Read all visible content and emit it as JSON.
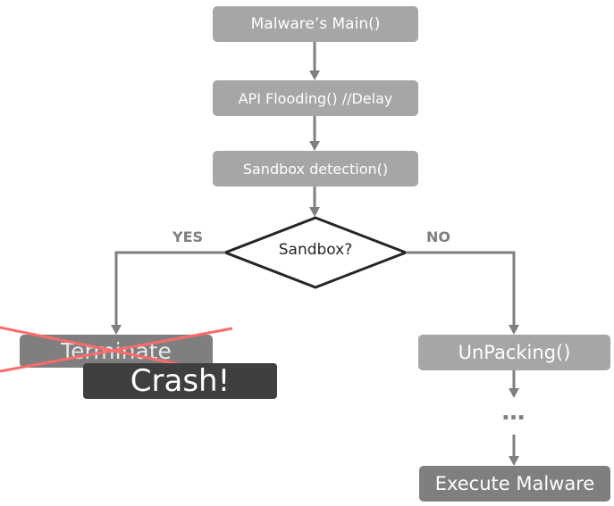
{
  "nodes": {
    "main": "Malware’s Main()",
    "api_flooding": "API Flooding() //Delay",
    "sandbox_detection": "Sandbox detection()",
    "decision": "Sandbox?",
    "terminate": "Terminate",
    "crash": "Crash!",
    "unpacking": "UnPacking()",
    "ellipsis": "…",
    "execute": "Execute Malware"
  },
  "branches": {
    "yes": "YES",
    "no": "NO"
  },
  "colors": {
    "box_light": "#a6a6a6",
    "box_mid": "#7f7f7f",
    "box_dark": "#3f3f3f",
    "connector": "#7f7f7f",
    "strike": "#ff6b6b"
  }
}
